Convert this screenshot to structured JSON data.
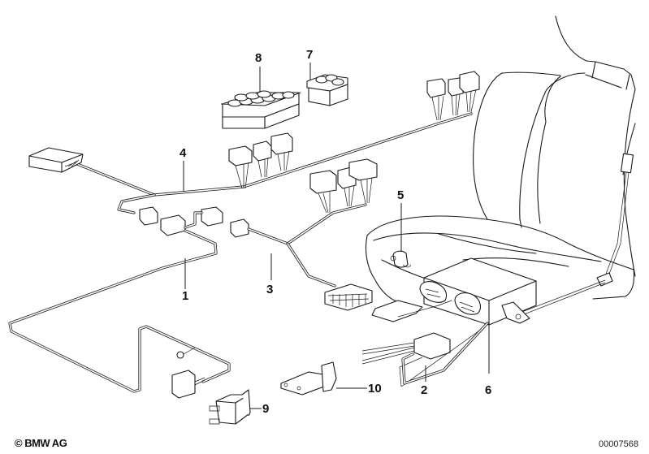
{
  "diagram": {
    "title": "Seat wiring harness / control unit parts diagram",
    "callouts": [
      {
        "id": "1",
        "label": "1",
        "part": "wiring-harness-1"
      },
      {
        "id": "2",
        "label": "2",
        "part": "adapter-lead-2"
      },
      {
        "id": "3",
        "label": "3",
        "part": "wiring-harness-3"
      },
      {
        "id": "4",
        "label": "4",
        "part": "wiring-harness-4"
      },
      {
        "id": "5",
        "label": "5",
        "part": "cable-clip-5"
      },
      {
        "id": "6",
        "label": "6",
        "part": "control-unit-6"
      },
      {
        "id": "7",
        "label": "7",
        "part": "relay-cover-small-7"
      },
      {
        "id": "8",
        "label": "8",
        "part": "relay-cover-large-8"
      },
      {
        "id": "9",
        "label": "9",
        "part": "relay-9"
      },
      {
        "id": "10",
        "label": "10",
        "part": "bracket-10"
      }
    ]
  },
  "footer": {
    "copyright": "© BMW AG",
    "document_number": "00007568"
  }
}
